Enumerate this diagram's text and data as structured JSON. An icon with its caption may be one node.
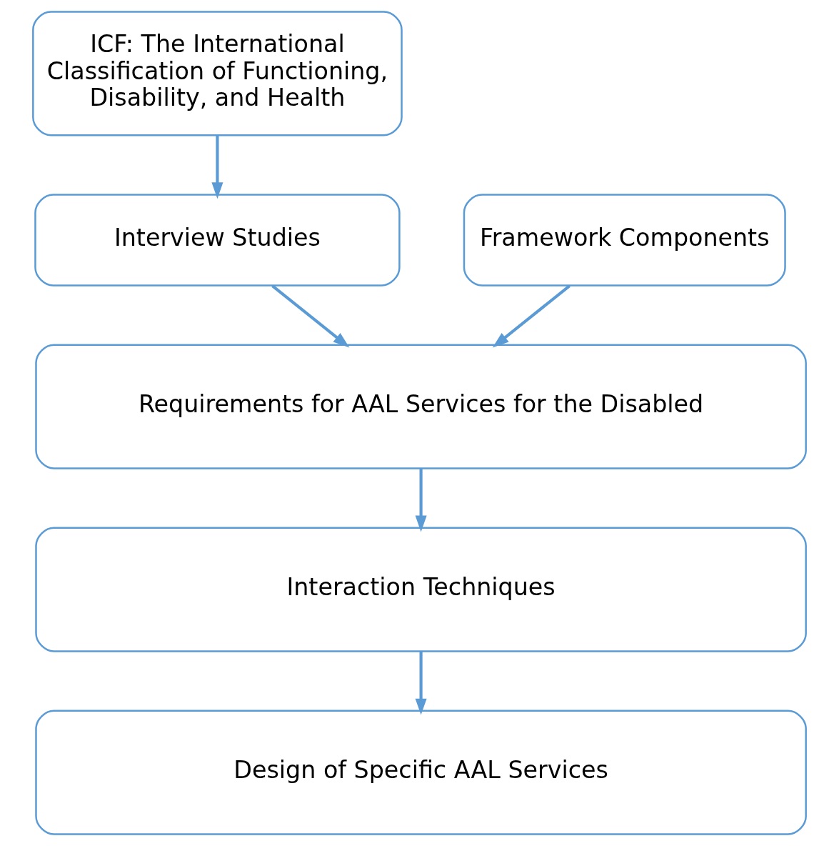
{
  "diagram": {
    "nodes": [
      {
        "text": [
          "ICF: The International Classification of Functioning, Disability, and Health"
        ]
      },
      {
        "text": [
          "Interview Studies"
        ]
      },
      {
        "text": [
          "Framework Components"
        ]
      },
      {
        "text": [
          "Requirements for AAL Services for the Disabled"
        ]
      },
      {
        "text": [
          "Interaction Techniques"
        ]
      },
      {
        "text": [
          "Design of Specific AAL Services"
        ]
      }
    ],
    "edges": [
      {
        "from": 0,
        "to": 1,
        "arrow": "to"
      },
      {
        "from": 1,
        "to": 3,
        "arrow": "to"
      },
      {
        "from": 2,
        "to": 3,
        "arrow": "to"
      },
      {
        "from": 3,
        "to": 4,
        "arrow": "to"
      },
      {
        "from": 4,
        "to": 5,
        "arrow": "to"
      }
    ]
  }
}
